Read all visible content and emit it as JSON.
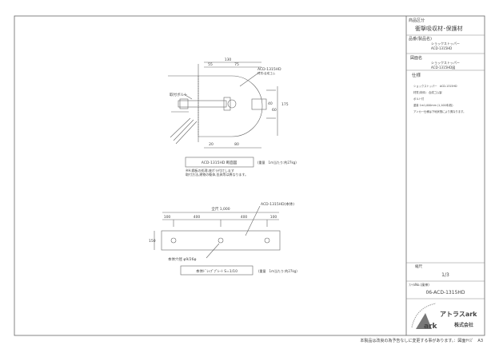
{
  "title_block": {
    "category_label": "商品区分",
    "category_value": "衝撃吸収材･保護材",
    "product_label": "品番(製品名)",
    "product_name": "ショックストッパー",
    "product_code": "ACD-1315HD",
    "drawing_label": "図面名",
    "drawing_name": "ショックストッパー",
    "drawing_code": "ACD-1315HD図",
    "spec_label": "仕様",
    "spec_lines": [
      "ショックストッパー　ACD-1315HD",
      "材質(本体)　合成ゴム製",
      "ボルト付",
      "重量 1m1,000mm (1,100本/枚)",
      "アンカー仕様は下地状態により異なります。"
    ],
    "scale_label": "縮尺",
    "scale_value": "1/3",
    "file_label": "ﾌｧｲﾙNo.(風神)",
    "file_value": "06-ACD-1315HD",
    "logo_text": "アトラスark",
    "logo_sub": "株式会社"
  },
  "section_view": {
    "dim_total": "130",
    "dim_left": "55",
    "dim_right": "75",
    "dim_bottom_left": "20",
    "dim_bottom_right": "80",
    "dim_height": "175",
    "dim_inner1": "40",
    "dim_inner2": "60",
    "bolt_label": "取付ボルト",
    "body_label": "ACD-1315HD",
    "body_sub": "材質:合成ゴム",
    "title": "ACD-1315HD 断面図",
    "weight": "(重量　1m当たり:約27kg)",
    "note1": "※H.鋼板の処理,座ボラ付けします",
    "note2": "取付方法,建物の躯体,金具等は異なります。"
  },
  "plan_view": {
    "dim_total": "全尺 1,000",
    "dim_segments": [
      "100",
      "400",
      "400",
      "100"
    ],
    "dim_height": "150",
    "body_label": "ACD-1315HD(本体)",
    "hole_label": "本体穴径 φ9/26φ",
    "title": "本体ﾄﾞﾚｯﾌﾟﾌﾟﾚｰﾄ S=1/10",
    "weight": "(重量　1m当たり:約27kg)"
  },
  "footer": "本製品は改良の為予告なしに変更する事があります。：図面ｻｲｽﾞ　A3"
}
